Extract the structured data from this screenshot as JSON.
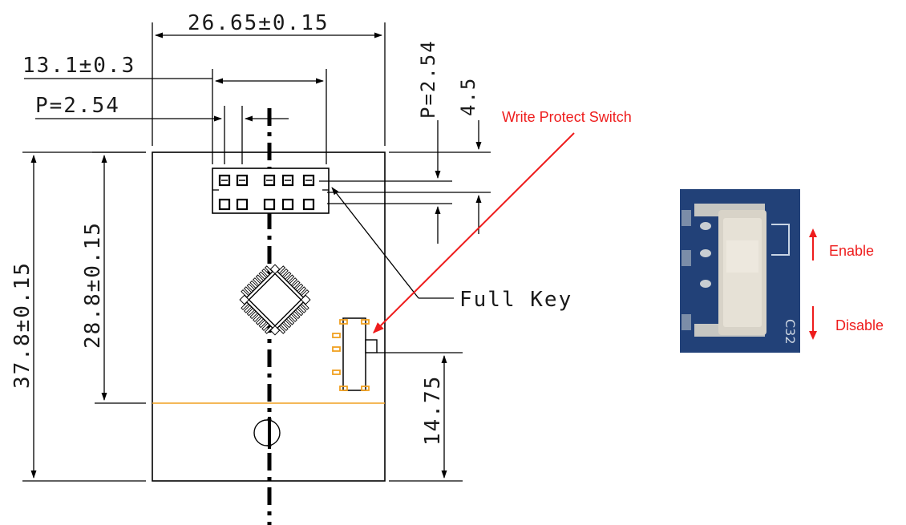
{
  "dimensions": {
    "width_overall": "26.65±0.15",
    "header_span": "13.1±0.3",
    "pitch_horizontal": "P=2.54",
    "pitch_vertical": "P=2.54",
    "header_offset": "4.5",
    "height_overall": "37.8±0.15",
    "height_to_line": "28.8±0.15",
    "switch_offset": "14.75"
  },
  "labels": {
    "full_key": "Full Key",
    "write_protect": "Write Protect Switch",
    "enable": "Enable",
    "disable": "Disable"
  },
  "photo": {
    "silkscreen": "C32"
  },
  "colors": {
    "callout_red": "#ee1c1c",
    "outline_line": "#f0a020",
    "pcb_blue": "#1e3a6e"
  }
}
